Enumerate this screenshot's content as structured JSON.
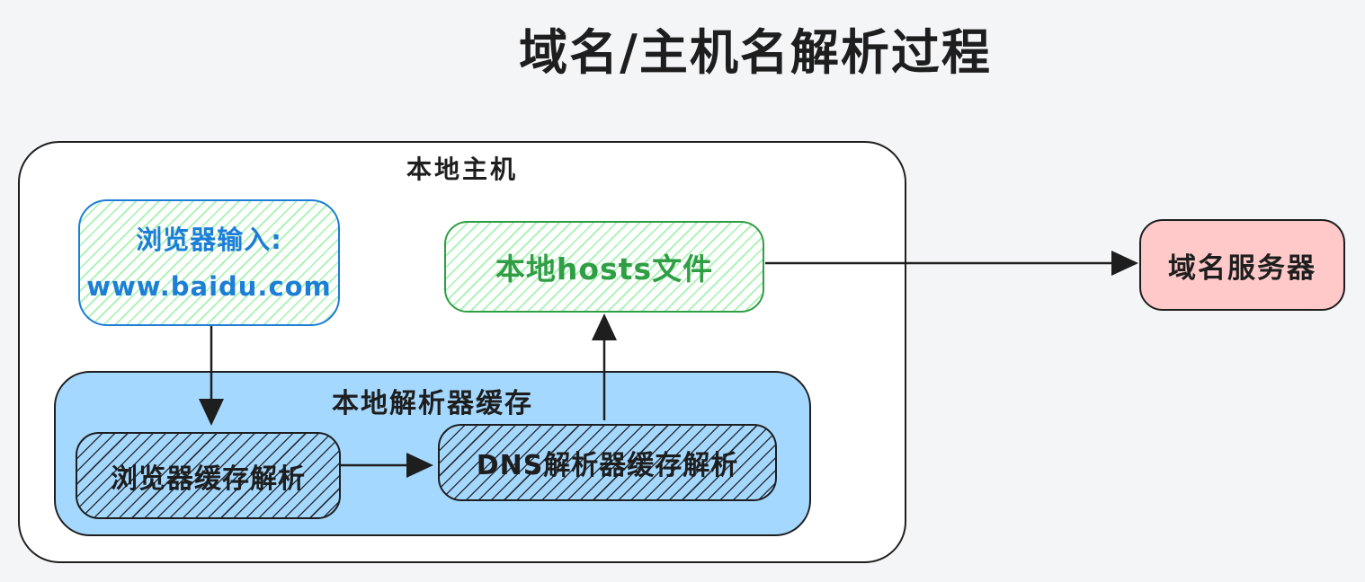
{
  "title": "域名/主机名解析过程",
  "nodes": {
    "local_host": {
      "label": "本地主机"
    },
    "browser_input": {
      "line1": "浏览器输入:",
      "line2": "www.baidu.com"
    },
    "hosts_file": {
      "label": "本地hosts文件"
    },
    "resolver_cache": {
      "label": "本地解析器缓存"
    },
    "browser_cache": {
      "label": "浏览器缓存解析"
    },
    "dns_cache": {
      "label": "DNS解析器缓存解析"
    },
    "dns_server": {
      "label": "域名服务器"
    }
  },
  "edges": [
    {
      "from": "browser_input",
      "to": "browser_cache",
      "direction": "down"
    },
    {
      "from": "browser_cache",
      "to": "dns_cache",
      "direction": "right"
    },
    {
      "from": "dns_cache",
      "to": "hosts_file",
      "direction": "up"
    },
    {
      "from": "hosts_file",
      "to": "dns_server",
      "direction": "right"
    }
  ],
  "colors": {
    "background": "#f4f5f7",
    "stroke_dark": "#1e1e1e",
    "blue_stroke": "#1c7ed6",
    "blue_fill": "#a5d8ff",
    "green_stroke": "#2f9e44",
    "green_hatch": "#b2f2bb",
    "pink_fill": "#ffc9c9",
    "box_fill": "#ffffff"
  }
}
